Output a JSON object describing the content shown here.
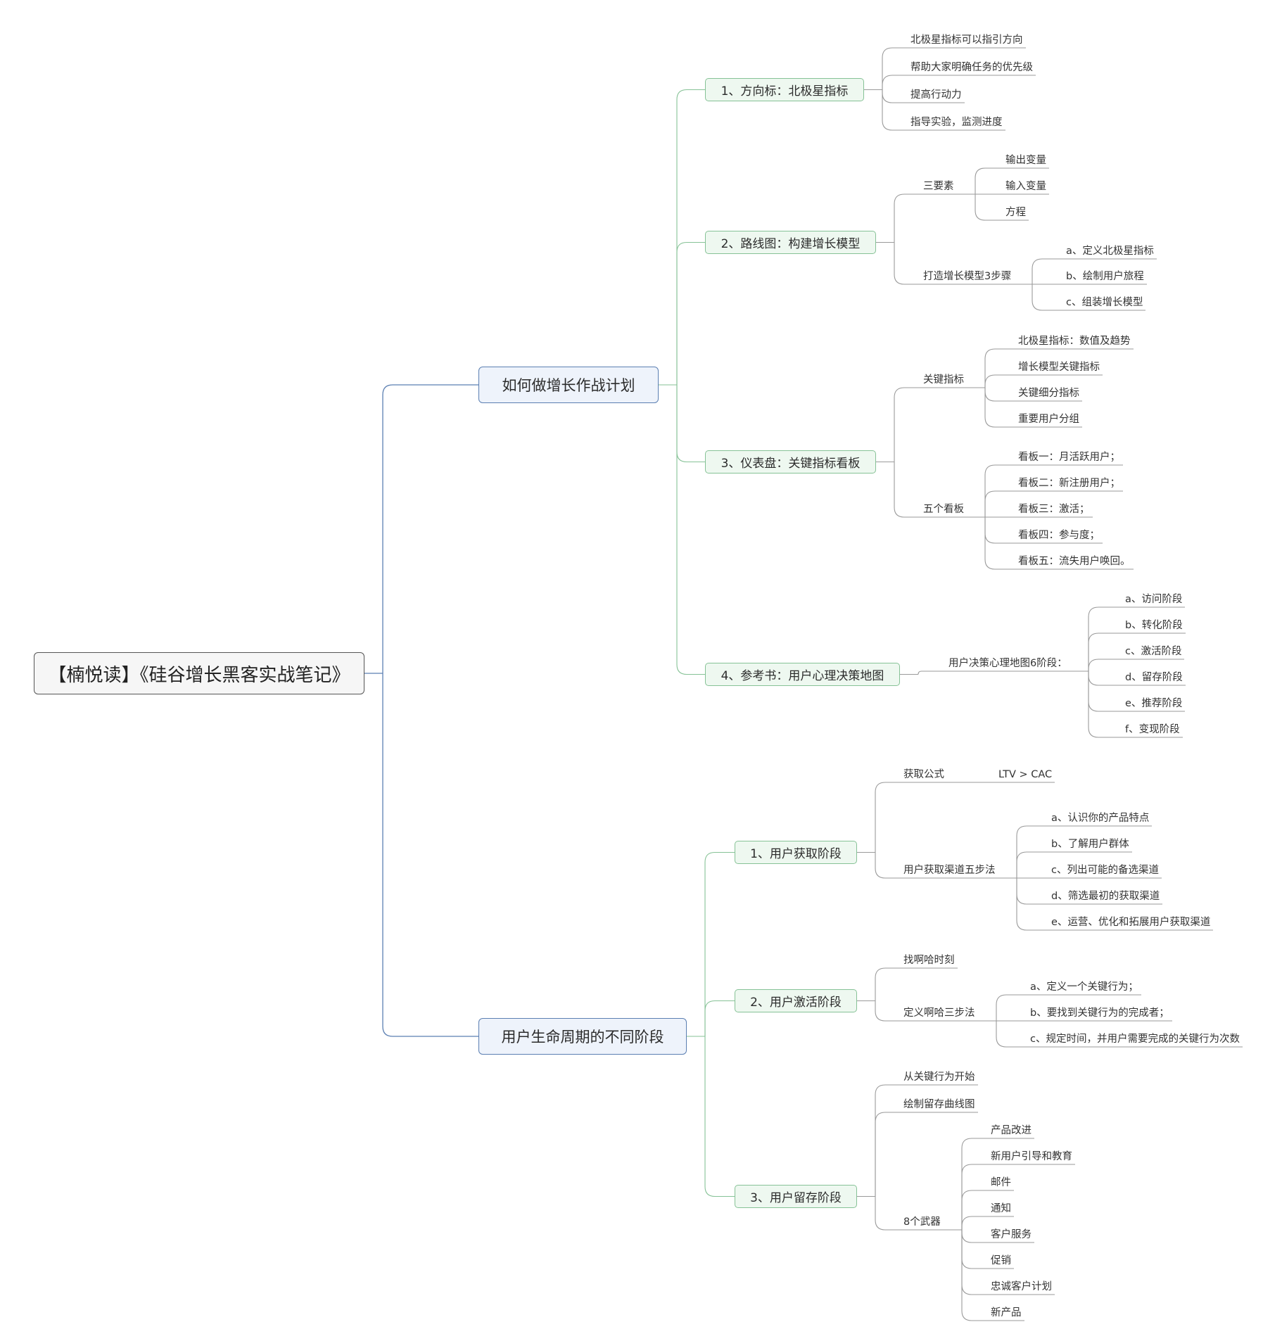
{
  "mindmap": {
    "root": "【楠悦读】《硅谷增长黑客实战笔记》",
    "branches": [
      {
        "label": "如何做增长作战计划",
        "children": [
          {
            "label": "1、方向标：北极星指标",
            "children": [
              "北极星指标可以指引方向",
              "帮助大家明确任务的优先级",
              "提高行动力",
              "指导实验，监测进度"
            ]
          },
          {
            "label": "2、路线图：构建增长模型",
            "children": [
              {
                "label": "三要素",
                "children": [
                  "输出变量",
                  "输入变量",
                  "方程"
                ]
              },
              {
                "label": "打造增长模型3步骤",
                "children": [
                  "a、定义北极星指标",
                  "b、绘制用户旅程",
                  "c、组装增长模型"
                ]
              }
            ]
          },
          {
            "label": "3、仪表盘：关键指标看板",
            "children": [
              {
                "label": "关键指标",
                "children": [
                  "北极星指标：数值及趋势",
                  "增长模型关键指标",
                  "关键细分指标",
                  "重要用户分组"
                ]
              },
              {
                "label": "五个看板",
                "children": [
                  "看板一：月活跃用户；",
                  "看板二：新注册用户；",
                  "看板三：激活；",
                  "看板四：参与度；",
                  "看板五：流失用户唤回。"
                ]
              }
            ]
          },
          {
            "label": "4、参考书：用户心理决策地图",
            "children": [
              {
                "label": "用户决策心理地图6阶段：",
                "children": [
                  "a、访问阶段",
                  "b、转化阶段",
                  "c、激活阶段",
                  "d、留存阶段",
                  "e、推荐阶段",
                  "f、变现阶段"
                ]
              }
            ]
          }
        ]
      },
      {
        "label": "用户生命周期的不同阶段",
        "children": [
          {
            "label": "1、用户获取阶段",
            "children": [
              {
                "label": "获取公式",
                "children": [
                  "LTV > CAC"
                ]
              },
              {
                "label": "用户获取渠道五步法",
                "children": [
                  "a、认识你的产品特点",
                  "b、了解用户群体",
                  "c、列出可能的备选渠道",
                  "d、筛选最初的获取渠道",
                  "e、运营、优化和拓展用户获取渠道"
                ]
              }
            ]
          },
          {
            "label": "2、用户激活阶段",
            "children": [
              "找啊哈时刻",
              {
                "label": "定义啊哈三步法",
                "children": [
                  "a、定义一个关键行为；",
                  "b、要找到关键行为的完成者；",
                  "c、规定时间，并用户需要完成的关键行为次数"
                ]
              }
            ]
          },
          {
            "label": "3、用户留存阶段",
            "children": [
              "从关键行为开始",
              "绘制留存曲线图",
              {
                "label": "8个武器",
                "children": [
                  "产品改进",
                  "新用户引导和教育",
                  "邮件",
                  "通知",
                  "客户服务",
                  "促销",
                  "忠诚客户计划",
                  "新产品"
                ]
              }
            ]
          }
        ]
      }
    ],
    "colors": {
      "root_border": "#555555",
      "l1_border": "#5b7fb2",
      "l2_border": "#86c296",
      "leaf_line": "#9a9a9a"
    }
  }
}
